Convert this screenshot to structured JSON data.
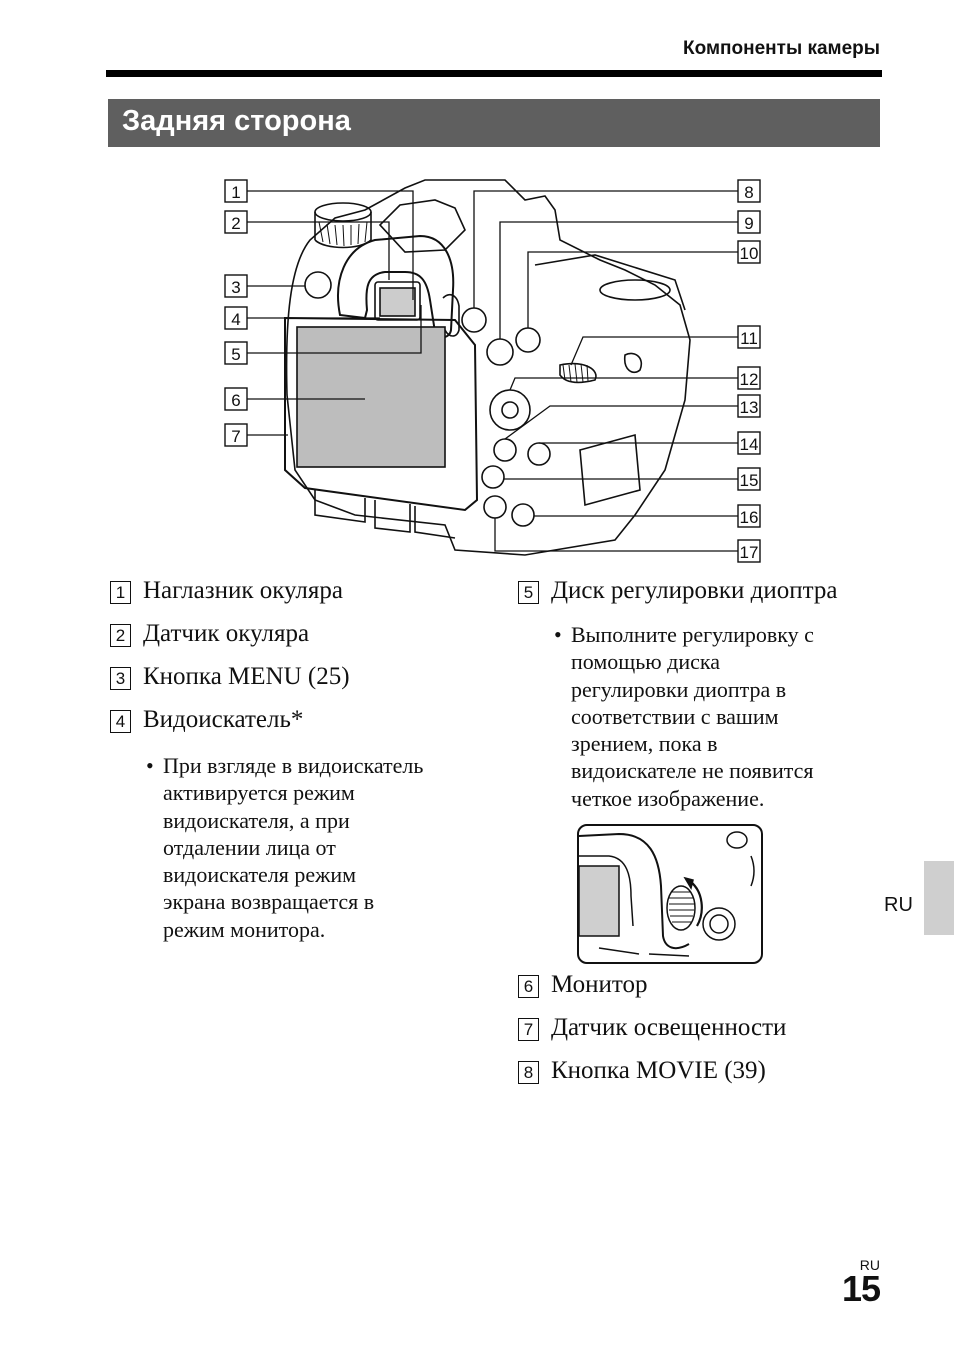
{
  "header": {
    "section": "Компоненты камеры"
  },
  "title": "Задняя сторона",
  "callouts": [
    "1",
    "2",
    "3",
    "4",
    "5",
    "6",
    "7",
    "8",
    "9",
    "10",
    "11",
    "12",
    "13",
    "14",
    "15",
    "16",
    "17"
  ],
  "left_items": [
    {
      "num": "1",
      "text": "Наглазник окуляра"
    },
    {
      "num": "2",
      "text": "Датчик окуляра"
    },
    {
      "num": "3",
      "text": "Кнопка MENU (25)"
    },
    {
      "num": "4",
      "text": "Видоискатель*"
    }
  ],
  "left_bullet": [
    "При взгляде в видоискатель",
    "активируется режим",
    "видоискателя, а при",
    "отдалении лица от",
    "видоискателя режим",
    "экрана возвращается в",
    "режим монитора."
  ],
  "right_items_top": [
    {
      "num": "5",
      "text": "Диск регулировки диоптра"
    }
  ],
  "right_bullet": [
    "Выполните регулировку с",
    "помощью диска",
    "регулировки диоптра в",
    "соответствии с вашим",
    "зрением, пока в",
    "видоискателе не появится",
    "четкое изображение."
  ],
  "right_items_bottom": [
    {
      "num": "6",
      "text": "Монитор"
    },
    {
      "num": "7",
      "text": "Датчик освещенности"
    },
    {
      "num": "8",
      "text": "Кнопка MOVIE (39)"
    }
  ],
  "side_tab": "RU",
  "page": {
    "lang": "RU",
    "number": "15"
  }
}
